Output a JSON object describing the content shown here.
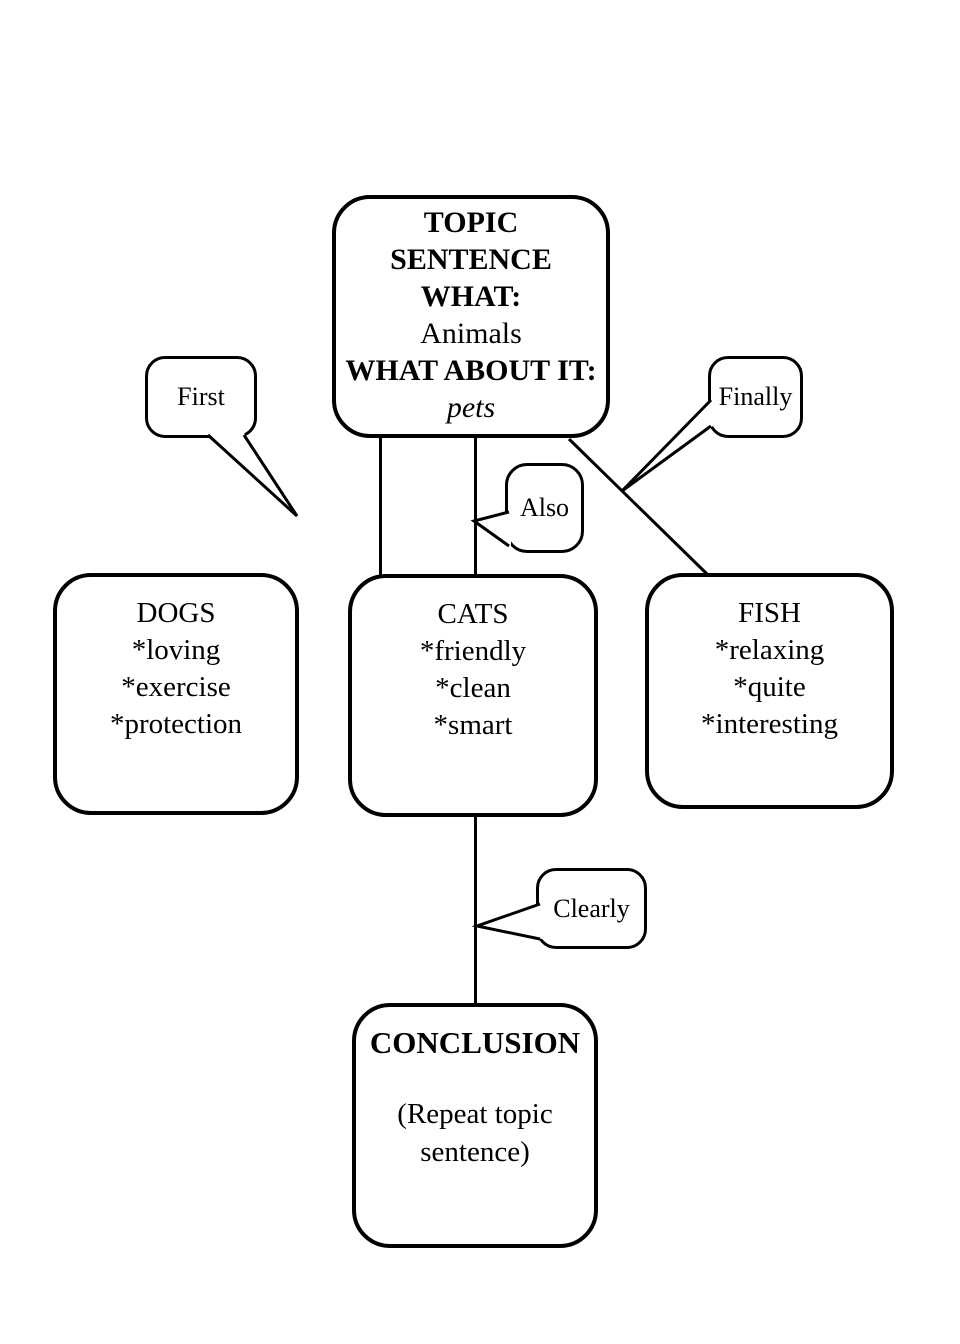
{
  "page": {
    "background_color": "#ffffff",
    "line_color": "#000000"
  },
  "topic_box": {
    "lines": [
      "TOPIC",
      "SENTENCE",
      "WHAT:",
      "Animals",
      "WHAT ABOUT IT:",
      "pets"
    ]
  },
  "detail_boxes": [
    {
      "title": "DOGS",
      "items": [
        "*loving",
        "*exercise",
        "*protection"
      ]
    },
    {
      "title": "CATS",
      "items": [
        "*friendly",
        "*clean",
        "*smart"
      ]
    },
    {
      "title": "FISH",
      "items": [
        "*relaxing",
        "*quite",
        "*interesting"
      ]
    }
  ],
  "conclusion_box": {
    "title": "CONCLUSION",
    "subtitle_lines": [
      "(Repeat topic",
      "sentence)"
    ]
  },
  "callouts": [
    {
      "label": "First"
    },
    {
      "label": "Also"
    },
    {
      "label": "Finally"
    },
    {
      "label": "Clearly"
    }
  ]
}
